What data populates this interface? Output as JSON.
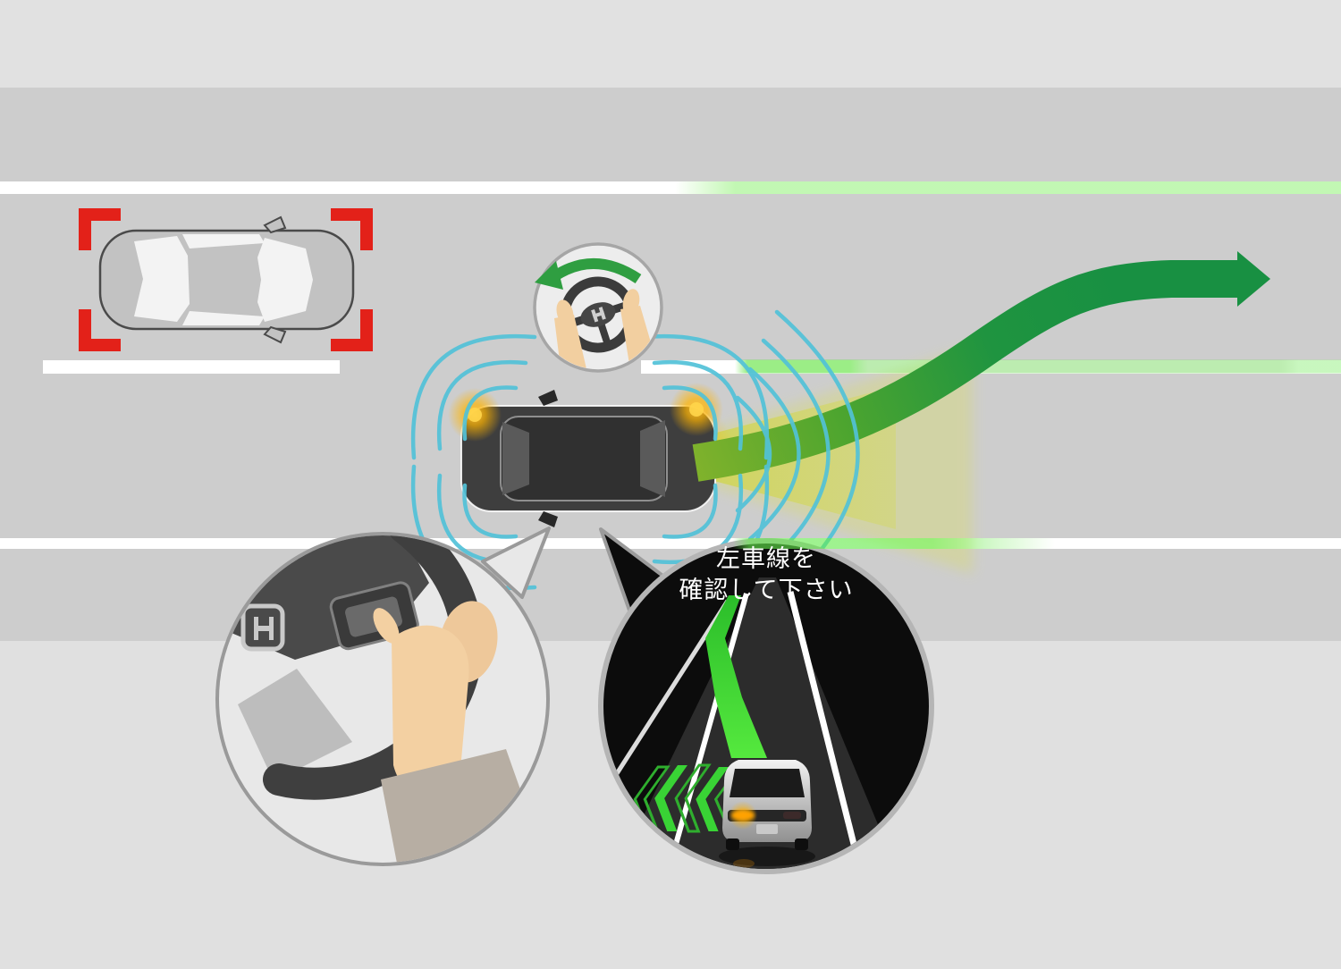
{
  "illustration": "lane-change-assist-diagram",
  "hud_message": {
    "line1": "左車線を",
    "line2": "確認して下さい"
  },
  "icons": {
    "detection_frame": "red-corner-brackets",
    "sensor_wave": "teal-concentric-arcs",
    "camera_beam": "yellow-cone",
    "turn_signal": "amber-glow",
    "steering_cue": "green-counterclockwise-arrow",
    "trajectory": "green-s-curve-arrow",
    "hud_lane_path": "green-guidance-ribbon",
    "hud_chevrons": "green-left-chevrons",
    "brand_mark": "honda-h-logo"
  },
  "colors": {
    "road": "#cdcdcd",
    "shoulder_top": "#e1e1e1",
    "shoulder_bottom": "#e0e0e0",
    "lane_marking": "#ffffff",
    "lane_glow_green": "#8be87a",
    "detection_frame_red": "#e32119",
    "sensor_wave_teal": "#52c2d8",
    "camera_beam_yellow": "#d2d832",
    "turn_signal_amber": "#ffb400",
    "trajectory_green_dark": "#189042",
    "trajectory_green_light": "#84b32b",
    "ego_car_body": "#3e3e3e",
    "target_car_body": "#c2c2c2",
    "hud_background": "#0c0c0c",
    "hud_path_green": "#3ad133",
    "bubble_fill": "#e8e8e8",
    "bubble_stroke": "#9a9a9a",
    "skin": "#f2cfa0",
    "sleeve": "#b7aea3"
  }
}
